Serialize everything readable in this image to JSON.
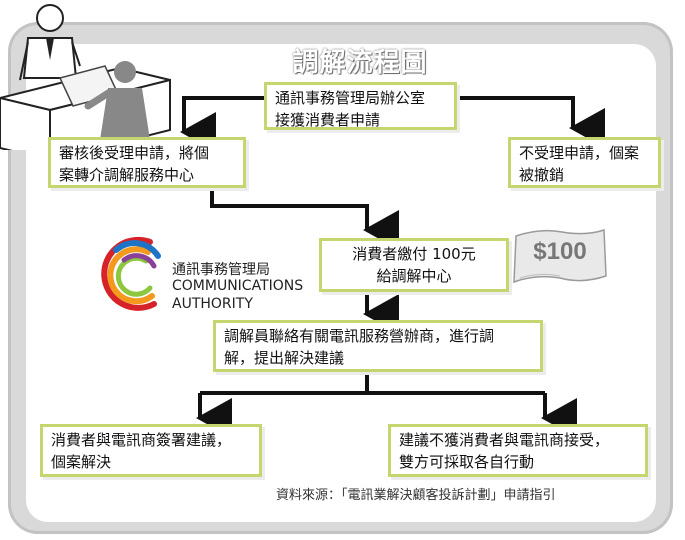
{
  "title": "調解流程圖",
  "nodes": {
    "intake": [
      "通訊事務管理局辦公室",
      "接獲消費者申請"
    ],
    "accept": [
      "審核後受理申請，將個",
      "案轉介調解服務中心"
    ],
    "reject": [
      "不受理申請，個案",
      "被撤銷"
    ],
    "payment": [
      "消費者繳付 100元",
      "給調解中心"
    ],
    "mediate": [
      "調解員聯絡有關電訊服務營辦商，進行調",
      "解，提出解決建議"
    ],
    "agree": [
      "消費者與電訊商簽署建議，",
      "個案解決"
    ],
    "disagree": [
      "建議不獲消費者與電訊商接受，",
      "雙方可採取各自行動"
    ]
  },
  "logo": {
    "name_zh": "通訊事務管理局",
    "name_en_1": "COMMUNICATIONS",
    "name_en_2": "AUTHORITY"
  },
  "money_label": "$100",
  "source": "資料來源：「電訊業解決顧客投訴計劃」申請指引",
  "colors": {
    "box_border": "#c6d66e",
    "arrow": "#111111",
    "frame": "#d9d9d9"
  }
}
